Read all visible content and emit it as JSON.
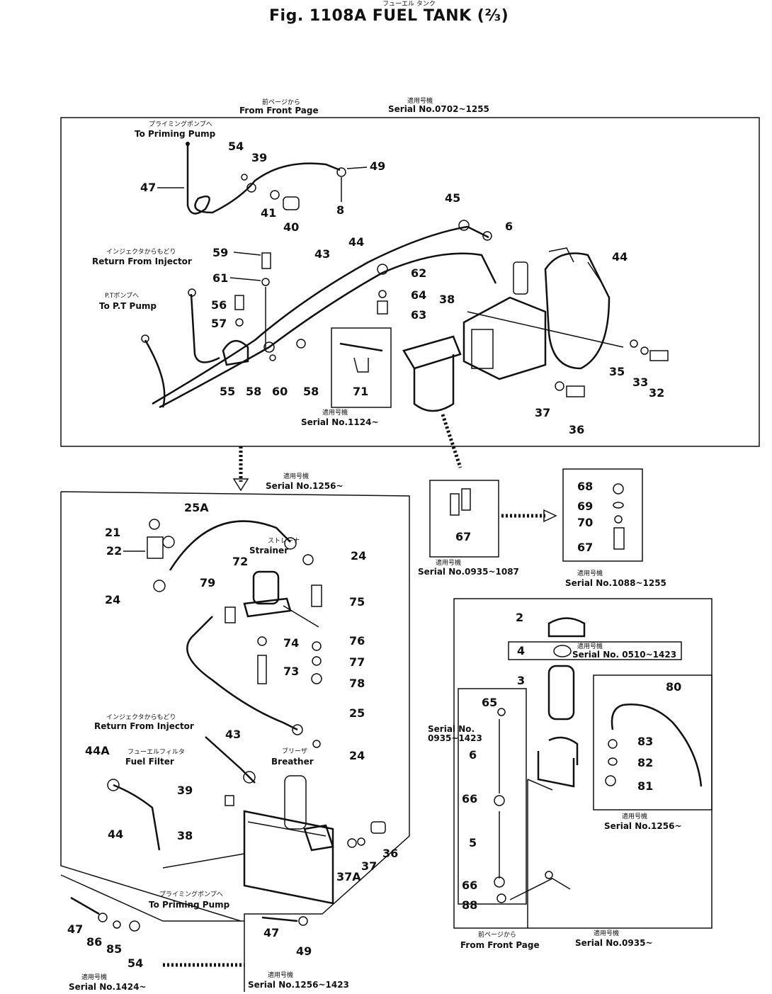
{
  "figure": {
    "title": "Fig. 1108A  FUEL TANK (⅔)",
    "title_jp": "フューエル タンク"
  },
  "captions": {
    "from_front_page": "From Front Page",
    "from_front_page_jp": "前ページから",
    "serial_top": "Serial  No.0702~1255",
    "serial_top_jp": "適用号機",
    "to_priming_pump": "To Priming Pump",
    "to_priming_pump_jp": "プライミングポンプへ",
    "return_injector": "Return From Injector",
    "return_injector_jp": "インジェクタからもどり",
    "to_pt_pump": "To P.T Pump",
    "to_pt_pump_jp": "P.Tポンプへ",
    "serial_1124": "Serial  No.1124~",
    "serial_1124_jp": "適用号機",
    "serial_1256": "Serial  No.1256~",
    "serial_1256_jp": "適用号機",
    "serial_0935_1087": "Serial No.0935~1087",
    "serial_0935_1087_jp": "適用号機",
    "serial_1088_1255": "Serial No.1088~1255",
    "serial_1088_1255_jp": "適用号機",
    "strainer": "Strainer",
    "strainer_jp": "ストレーナ",
    "return_injector2": "Return From Injector",
    "return_injector2_jp": "インジェクタからもどり",
    "fuel_filter": "Fuel Filter",
    "fuel_filter_jp": "フューエルフィルタ",
    "breather": "Breather",
    "breather_jp": "ブリーザ",
    "to_priming_pump2": "To Priming Pump",
    "to_priming_pump2_jp": "プライミングポンプへ",
    "serial_1424": "Serial No.1424~",
    "serial_1424_jp": "適用号機",
    "serial_1256_1423": "Serial No.1256~1423",
    "serial_1256_1423_jp": "適用号機",
    "serial_0510_1423": "Serial No. 0510~1423",
    "serial_0510_1423_jp": "適用号機",
    "serial_0935_1423": "Serial No.\n0935~1423",
    "serial_0935_1423a": "Serial No.",
    "serial_0935_1423b": "0935~1423",
    "serial_1256b": "Serial  No.1256~",
    "serial_1256b_jp": "適用号機",
    "from_front_page2": "From Front Page",
    "from_front_page2_jp": "前ページから",
    "serial_0935": "Serial  No.0935~",
    "serial_0935_jp": "適用号機"
  },
  "labels": {
    "l47": "47",
    "l54": "54",
    "l39": "39",
    "l49": "49",
    "l41": "41",
    "l40": "40",
    "l8": "8",
    "l45": "45",
    "l6": "6",
    "l44": "44",
    "l43": "43",
    "l44b": "44",
    "l59": "59",
    "l61": "61",
    "l62": "62",
    "l64": "64",
    "l63": "63",
    "l38": "38",
    "l56": "56",
    "l57": "57",
    "l55": "55",
    "l58": "58",
    "l60": "60",
    "l58b": "58",
    "l71": "71",
    "l35": "35",
    "l33": "33",
    "l32": "32",
    "l37": "37",
    "l36": "36",
    "l21": "21",
    "l25A": "25A",
    "l22": "22",
    "l24a": "24",
    "l24b": "24",
    "l72": "72",
    "l79": "79",
    "l75": "75",
    "l74": "74",
    "l76": "76",
    "l77": "77",
    "l73": "73",
    "l78": "78",
    "l25": "25",
    "l43b": "43",
    "l24c": "24",
    "l44A": "44A",
    "l39b": "39",
    "l44c": "44",
    "l38b": "38",
    "l37A": "37A",
    "l37b": "37",
    "l36b": "36",
    "l47b": "47",
    "l86": "86",
    "l85": "85",
    "l54b": "54",
    "l47c": "47",
    "l49b": "49",
    "l67": "67",
    "l68": "68",
    "l69": "69",
    "l70": "70",
    "l67b": "67",
    "l2": "2",
    "l4": "4",
    "l3": "3",
    "l80": "80",
    "l65": "65",
    "l6b": "6",
    "l83": "83",
    "l82": "82",
    "l81": "81",
    "l66a": "66",
    "l5": "5",
    "l66b": "66",
    "l88": "88"
  }
}
